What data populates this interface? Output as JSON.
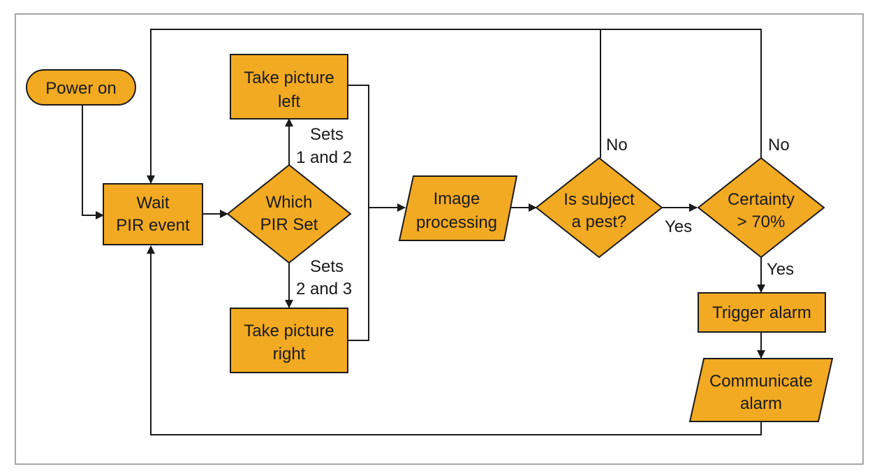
{
  "colors": {
    "node_fill": "#F2AA22",
    "line": "#1a1a1a",
    "frame": "#888888",
    "background": "#ffffff"
  },
  "nodes": {
    "power_on": [
      "Power on"
    ],
    "wait_pir": [
      "Wait",
      "PIR event"
    ],
    "which_pir": [
      "Which",
      "PIR Set"
    ],
    "pic_left": [
      "Take picture",
      "left"
    ],
    "pic_right": [
      "Take picture",
      "right"
    ],
    "image_proc": [
      "Image",
      "processing"
    ],
    "is_pest": [
      "Is subject",
      "a pest?"
    ],
    "certainty": [
      "Certainty",
      "> 70%"
    ],
    "trigger": [
      "Trigger alarm"
    ],
    "communicate": [
      "Communicate",
      "alarm"
    ]
  },
  "edge_labels": {
    "sets_12": [
      "Sets",
      "1 and 2"
    ],
    "sets_23": [
      "Sets",
      "2 and 3"
    ],
    "no_pest": [
      "No"
    ],
    "no_certainty": [
      "No"
    ],
    "yes_pest": [
      "Yes"
    ],
    "yes_certainty": [
      "Yes"
    ]
  }
}
